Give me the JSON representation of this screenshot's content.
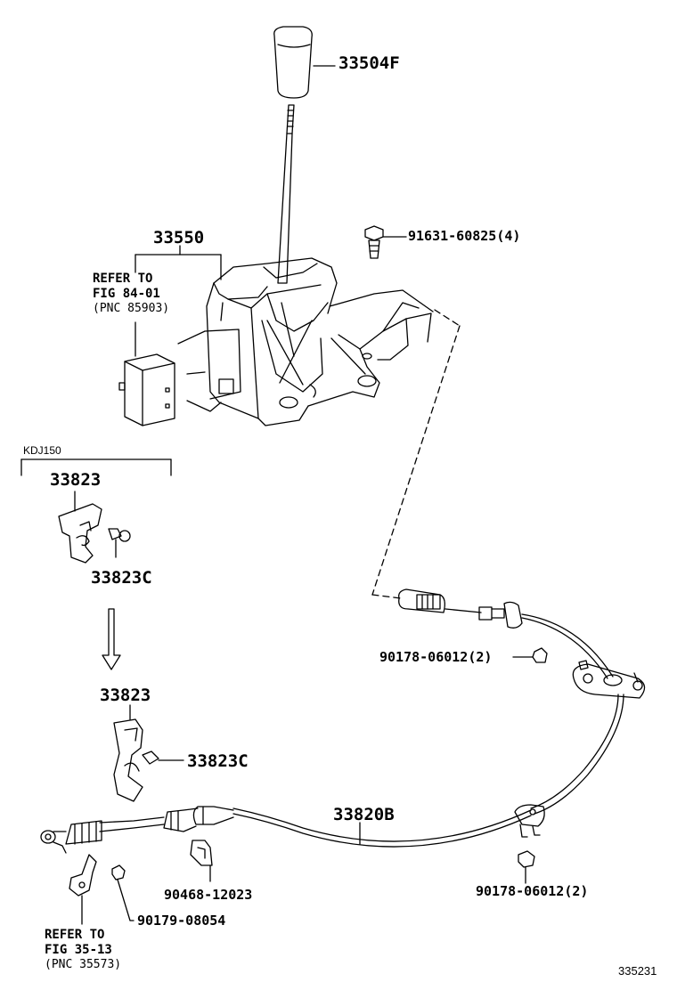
{
  "labels": {
    "knob": "33504F",
    "shift_assembly": "33550",
    "bolt": "91631-60825(4)",
    "variant": "KDJ150",
    "bracket_top": "33823",
    "bracket_top_bolt": "33823C",
    "bracket_bottom": "33823",
    "bracket_bottom_bolt": "33823C",
    "nut_upper": "90178-06012(2)",
    "cable": "33820B",
    "clip": "90468-12023",
    "nut_lower": "90178-06012(2)",
    "nut_small": "90179-08054",
    "figure_number": "335231"
  },
  "refer_upper": {
    "line1": "REFER TO",
    "line2": "FIG 84-01",
    "line3": "(PNC 85903)"
  },
  "refer_lower": {
    "line1": "REFER TO",
    "line2": "FIG 35-13",
    "line3": "(PNC 35573)"
  }
}
